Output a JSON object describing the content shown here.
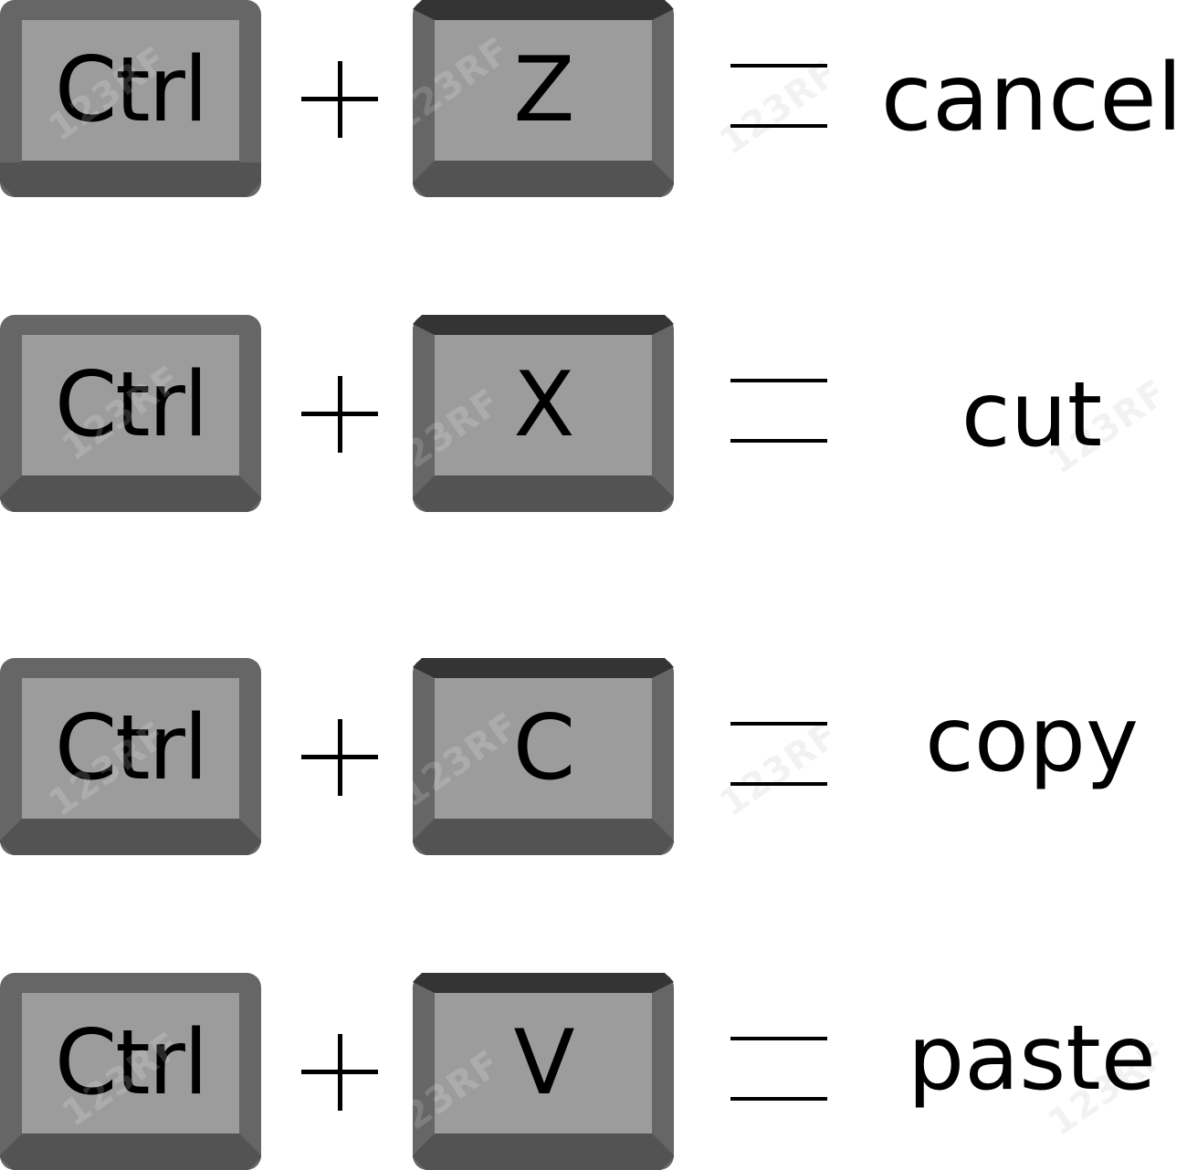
{
  "colors": {
    "key_face": "#9c9c9c",
    "key_rim_side": "#666666",
    "key_rim_bottom": "#535353",
    "key_rim_top_light": "#727272",
    "key_rim_top_dark": "#343434",
    "text": "#000000"
  },
  "shortcuts": [
    {
      "modifier": "Ctrl",
      "key": "Z",
      "plus": "+",
      "equals": "=",
      "action": "cancel"
    },
    {
      "modifier": "Ctrl",
      "key": "X",
      "plus": "+",
      "equals": "=",
      "action": "cut"
    },
    {
      "modifier": "Ctrl",
      "key": "C",
      "plus": "+",
      "equals": "=",
      "action": "copy"
    },
    {
      "modifier": "Ctrl",
      "key": "V",
      "plus": "+",
      "equals": "=",
      "action": "paste"
    }
  ],
  "watermark": "123RF"
}
